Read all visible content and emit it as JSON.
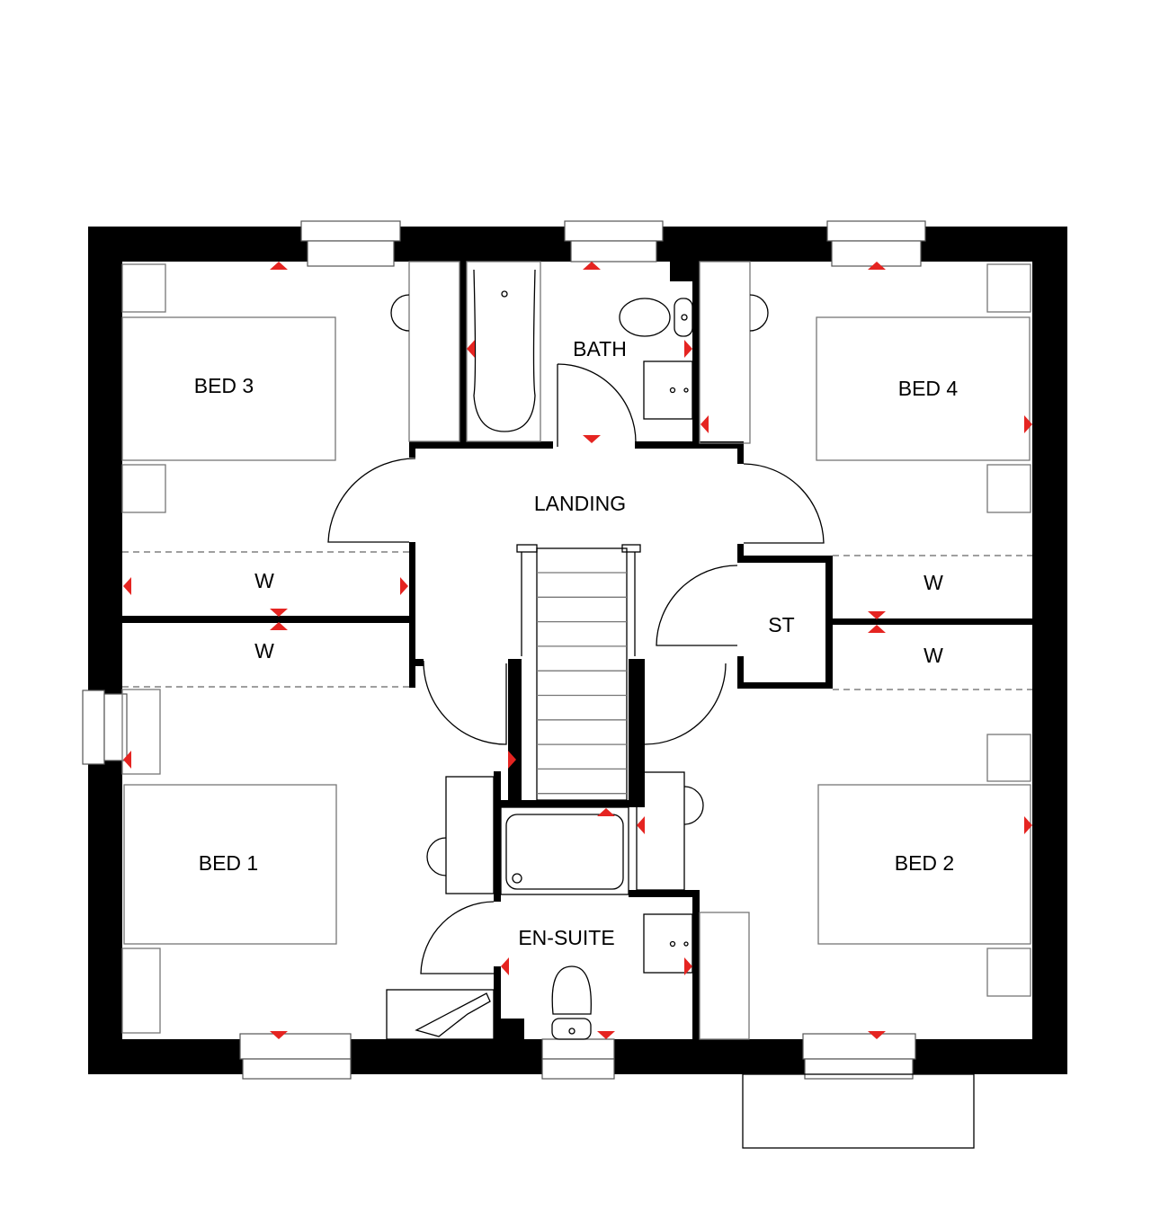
{
  "rooms": {
    "bed3": "BED 3",
    "bath": "BATH",
    "bed4": "BED 4",
    "landing": "LANDING",
    "wardrobe_bed3": "W",
    "wardrobe_bed1": "W",
    "store": "ST",
    "wardrobe_bed4": "W",
    "wardrobe_bed2": "W",
    "bed1": "BED 1",
    "bed2": "BED 2",
    "ensuite": "EN-SUITE"
  },
  "colors": {
    "walls": "#000000",
    "markers": "#e52421"
  }
}
